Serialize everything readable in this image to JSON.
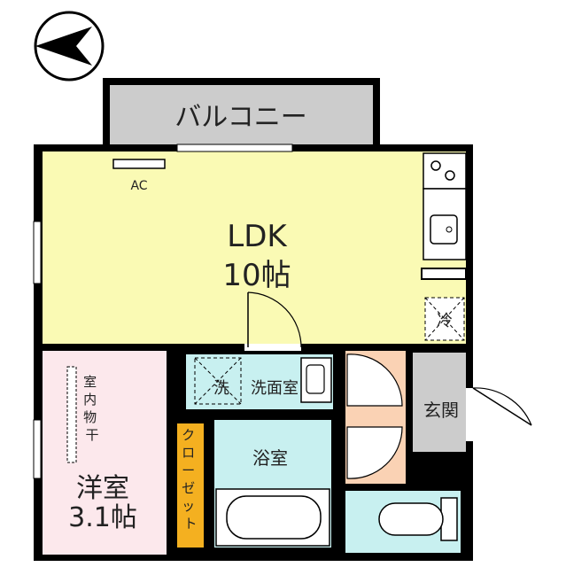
{
  "labels": {
    "balcony": "バルコニー",
    "ldk": "LDK",
    "ldk_size": "10帖",
    "ac": "AC",
    "fridge": "冷",
    "washer": "洗",
    "washroom": "洗面室",
    "genkan": "玄関",
    "indoor_drying": "室内物干",
    "bath": "浴室",
    "closet": "クローゼット",
    "western_room": "洋室",
    "western_size": "3.1帖"
  },
  "colors": {
    "ldk": "#fafab4",
    "western": "#fce8ec",
    "wet": "#c8f0f0",
    "closet": "#f4b020",
    "genkan": "#cccccc",
    "balcony": "#cccccc",
    "hall": "#fad2b4",
    "wall": "#000000"
  },
  "icons": [
    "compass-icon",
    "stove-icon",
    "sink-icon",
    "washbasin-icon",
    "bathtub-icon",
    "toilet-icon",
    "door-swing-icon"
  ]
}
